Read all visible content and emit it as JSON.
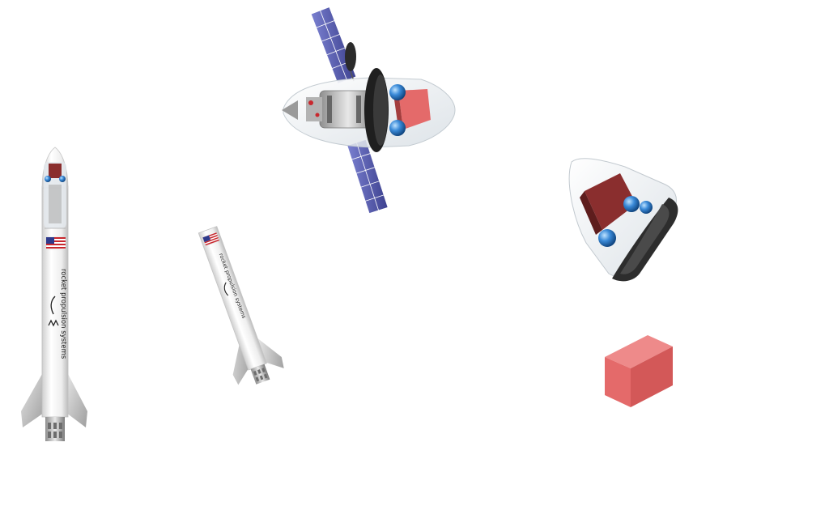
{
  "scene": {
    "background": "#ffffff",
    "rocket_text": "rocket propulsion systems",
    "colors": {
      "rocket_body": "#f4f4f4",
      "fin": "#c9c9c9",
      "cargo_box": "#e46a6a",
      "cargo_box_dark": "#7a2a2a",
      "solar_panel": "#5a60b8",
      "heat_shield": "#2a2a2a",
      "propellant_sphere": "#2f7fd0",
      "capsule_shell": "#e9eef2"
    },
    "objects": [
      "large-rocket",
      "small-rocket",
      "service-module",
      "capsule",
      "cargo-box"
    ]
  }
}
